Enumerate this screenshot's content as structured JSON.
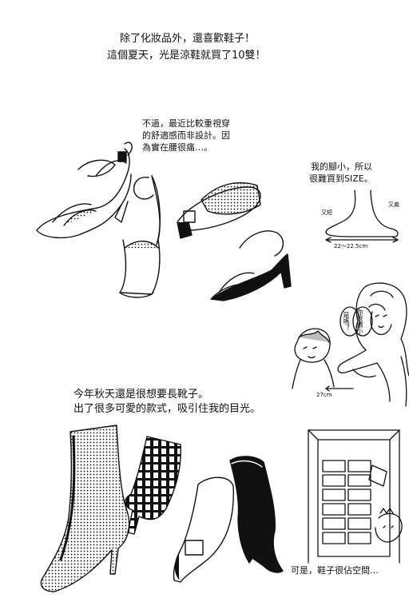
{
  "captions": {
    "intro_line1": "除了化妝品外，還喜歡鞋子！",
    "intro_line2": "這個夏天，光是涼鞋就買了10雙！",
    "comfort_line1": "不過，最近比較重視穿",
    "comfort_line2": "的舒適感而非設計。因",
    "comfort_line3": "為實在腰很痛…。",
    "foot_line1": "我的腳小，所以",
    "foot_line2": "很難買到SIZE。",
    "boots_line1": "今年秋天還是很想要長靴子。",
    "boots_line2": "出了很多可愛的款式，吸引住我的目光。",
    "closet_line": "可是，鞋子很佔空間…"
  },
  "foot_diagram": {
    "label_left": "又短",
    "label_right": "又扁",
    "size_range": "22～22.5cm"
  },
  "speech": {
    "bubble_left": "是嗎？",
    "bubble_right": "你很嬌小"
  },
  "calf_measure": "27cm",
  "colors": {
    "ink": "#111111",
    "paper": "#ffffff",
    "tone": "#bdbdbd"
  }
}
